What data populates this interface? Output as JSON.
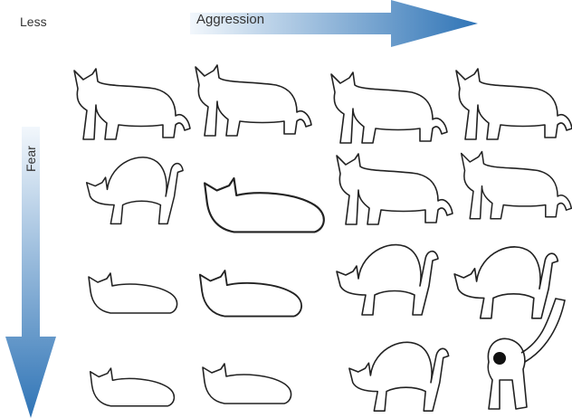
{
  "labels": {
    "less": "Less",
    "aggression": "Aggression",
    "fear": "Fear"
  },
  "grid": {
    "rows": 4,
    "columns": 4,
    "cells": [
      {
        "row": 1,
        "col": 1,
        "pose": "neutral-standing"
      },
      {
        "row": 1,
        "col": 2,
        "pose": "alert-standing"
      },
      {
        "row": 1,
        "col": 3,
        "pose": "ears-back-standing"
      },
      {
        "row": 1,
        "col": 4,
        "pose": "offensive-standing"
      },
      {
        "row": 2,
        "col": 1,
        "pose": "crouched-sitting"
      },
      {
        "row": 2,
        "col": 2,
        "pose": "low-stalking"
      },
      {
        "row": 2,
        "col": 3,
        "pose": "defensive-low"
      },
      {
        "row": 2,
        "col": 4,
        "pose": "threatening-stiff"
      },
      {
        "row": 3,
        "col": 1,
        "pose": "crouched-fearful"
      },
      {
        "row": 3,
        "col": 2,
        "pose": "flattened-crouch"
      },
      {
        "row": 3,
        "col": 3,
        "pose": "arched-back"
      },
      {
        "row": 3,
        "col": 4,
        "pose": "arched-hissing"
      },
      {
        "row": 4,
        "col": 1,
        "pose": "cowering"
      },
      {
        "row": 4,
        "col": 2,
        "pose": "flattened-cowering"
      },
      {
        "row": 4,
        "col": 3,
        "pose": "fully-arched"
      },
      {
        "row": 4,
        "col": 4,
        "pose": "rear-view-bristled-tail"
      }
    ]
  },
  "colors": {
    "arrow_light": "#eaf2fa",
    "arrow_dark": "#2f74b6",
    "outline": "#222222"
  }
}
